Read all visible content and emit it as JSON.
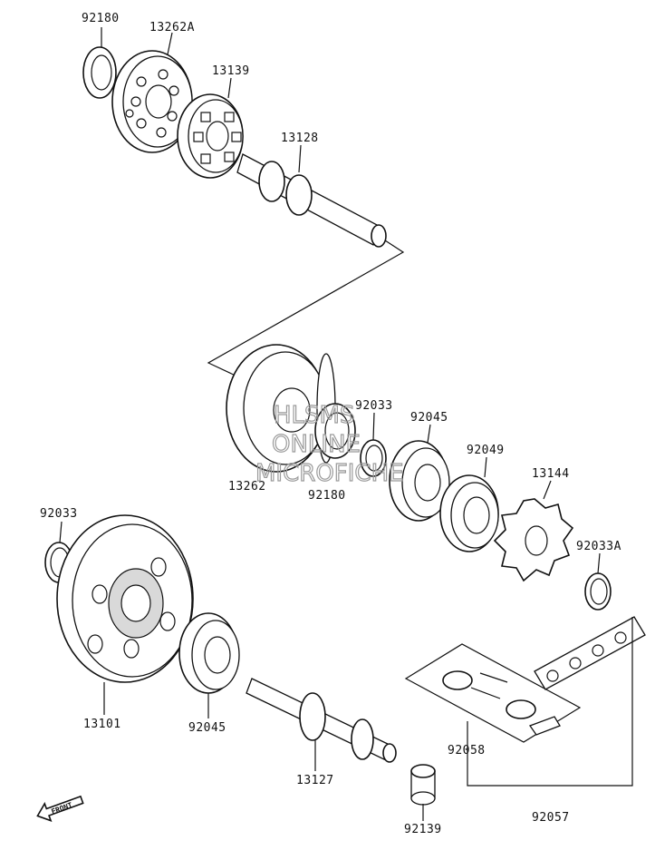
{
  "labels": {
    "l92180a": "92180",
    "l13262A": "13262A",
    "l13139": "13139",
    "l13128": "13128",
    "l92033a": "92033",
    "l92045a": "92045",
    "l92049": "92049",
    "l13144": "13144",
    "l13262": "13262",
    "l92180b": "92180",
    "l92033b": "92033",
    "l92033A": "92033A",
    "l13101": "13101",
    "l92045b": "92045",
    "l13127": "13127",
    "l92058": "92058",
    "l92139": "92139",
    "l92057": "92057"
  },
  "front_arrow": "FRONT",
  "watermark": {
    "line1": "HLSMS",
    "line2": "ONLINE",
    "line3": "MICROFICHE"
  },
  "icons": {
    "front": "front-arrow-icon"
  }
}
